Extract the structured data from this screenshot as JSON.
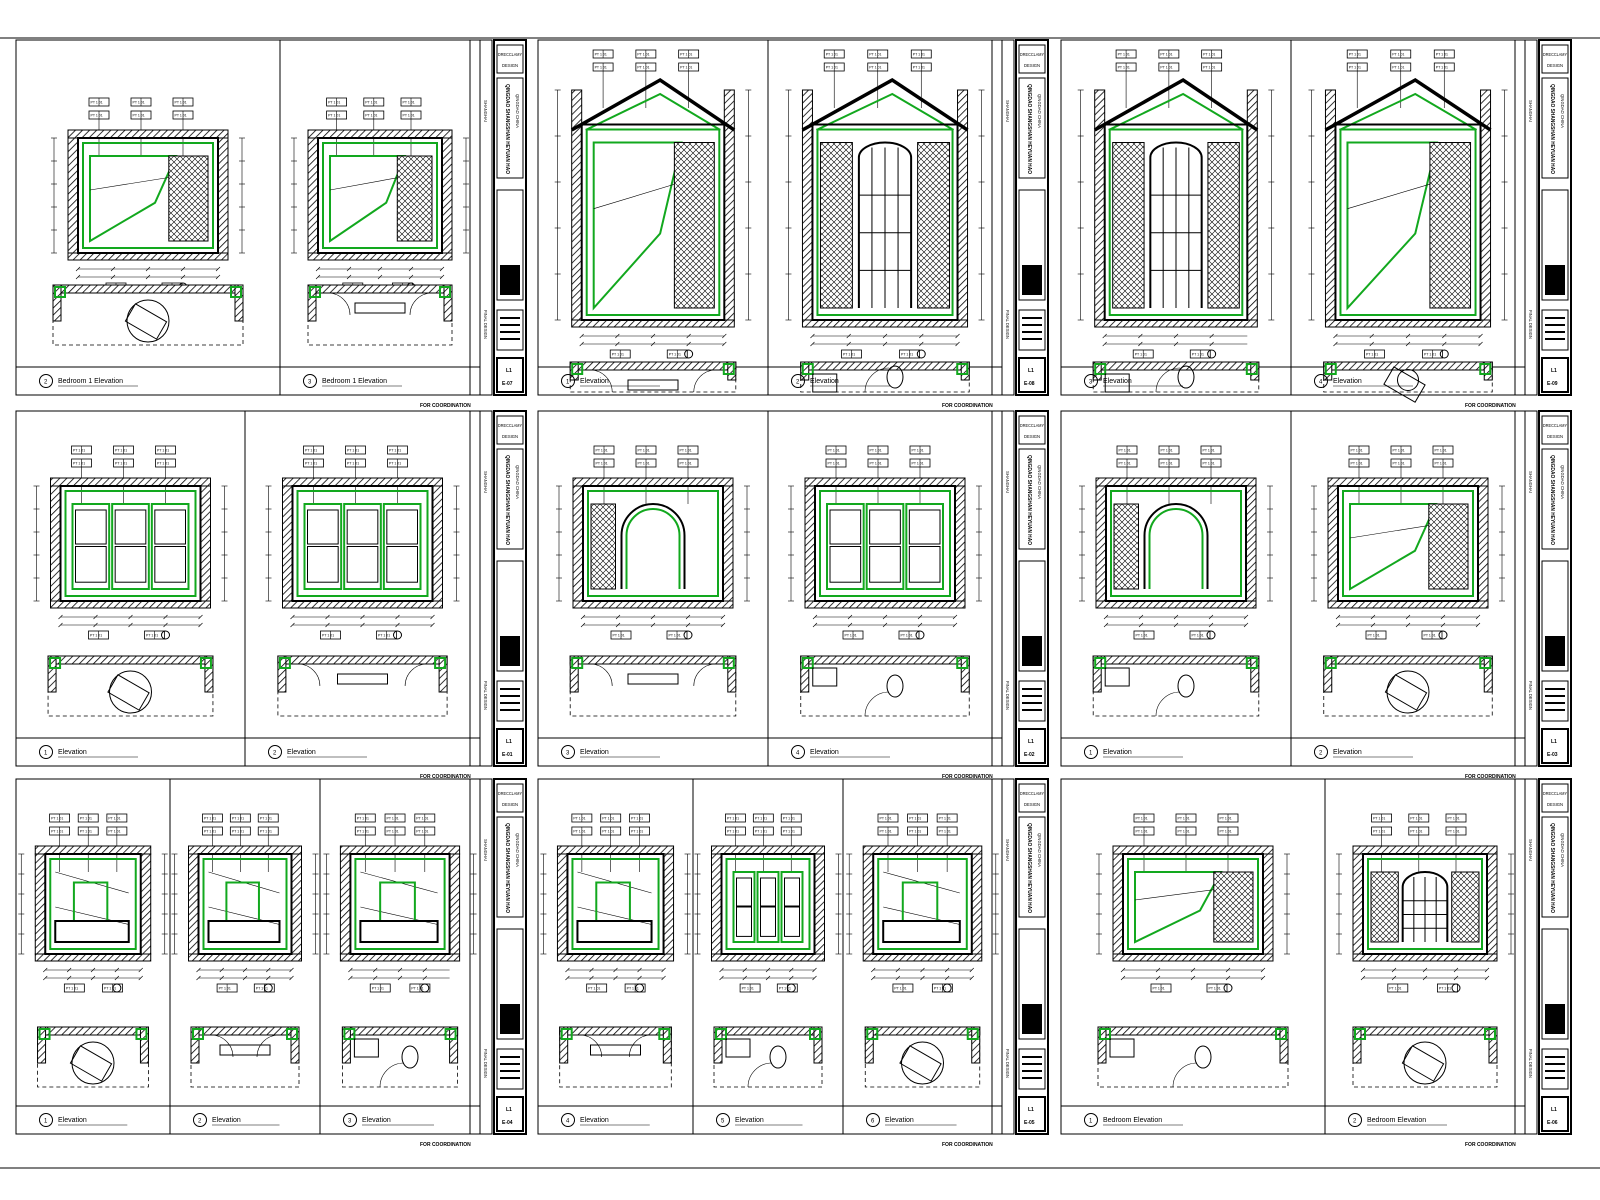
{
  "sheets": [
    {
      "sheet_no": "E-07",
      "company": "DRECCLAMY",
      "design": "DESIGN",
      "project": "QINGDAO SHANGSHAN HEYUAN HAO",
      "project_sub": "QINGDAO CHINA",
      "location": "SHANGHAI",
      "date": "FINAL DESIGN",
      "footer": "FOR COORDINATION",
      "level": "L1",
      "views": [
        {
          "num": "2",
          "label": "Bedroom 1 Elevation"
        },
        {
          "num": "3",
          "label": "Bedroom 1 Elevation"
        }
      ]
    },
    {
      "sheet_no": "E-08",
      "company": "DRECCLAMY",
      "design": "DESIGN",
      "project": "QINGDAO SHANGSHAN HEYUAN HAO",
      "project_sub": "QINGDAO CHINA",
      "location": "SHANGHAI",
      "date": "FINAL DESIGN",
      "footer": "FOR COORDINATION",
      "level": "L1",
      "views": [
        {
          "num": "1",
          "label": "Elevation"
        },
        {
          "num": "2",
          "label": "Elevation"
        }
      ]
    },
    {
      "sheet_no": "E-09",
      "company": "DRECCLAMY",
      "design": "DESIGN",
      "project": "QINGDAO SHANGSHAN HEYUAN HAO",
      "project_sub": "QINGDAO CHINA",
      "location": "SHANGHAI",
      "date": "FINAL DESIGN",
      "footer": "FOR COORDINATION",
      "level": "L1",
      "views": [
        {
          "num": "3",
          "label": "Elevation"
        },
        {
          "num": "4",
          "label": "Elevation"
        }
      ]
    },
    {
      "sheet_no": "E-01",
      "company": "DRECCLAMY",
      "design": "DESIGN",
      "project": "QINGDAO SHANGSHAN HEYUAN HAO",
      "project_sub": "QINGDAO CHINA",
      "location": "SHANGHAI",
      "date": "FINAL DESIGN",
      "footer": "FOR COORDINATION",
      "level": "L1",
      "views": [
        {
          "num": "1",
          "label": "Elevation"
        },
        {
          "num": "2",
          "label": "Elevation"
        }
      ]
    },
    {
      "sheet_no": "E-02",
      "company": "DRECCLAMY",
      "design": "DESIGN",
      "project": "QINGDAO SHANGSHAN HEYUAN HAO",
      "project_sub": "QINGDAO CHINA",
      "location": "SHANGHAI",
      "date": "FINAL DESIGN",
      "footer": "FOR COORDINATION",
      "level": "L1",
      "views": [
        {
          "num": "3",
          "label": "Elevation"
        },
        {
          "num": "4",
          "label": "Elevation"
        }
      ]
    },
    {
      "sheet_no": "E-03",
      "company": "DRECCLAMY",
      "design": "DESIGN",
      "project": "QINGDAO SHANGSHAN HEYUAN HAO",
      "project_sub": "QINGDAO CHINA",
      "location": "SHANGHAI",
      "date": "FINAL DESIGN",
      "footer": "FOR COORDINATION",
      "level": "L1",
      "views": [
        {
          "num": "1",
          "label": "Elevation"
        },
        {
          "num": "2",
          "label": "Elevation"
        }
      ]
    },
    {
      "sheet_no": "E-04",
      "company": "DRECCLAMY",
      "design": "DESIGN",
      "project": "QINGDAO SHANGSHAN HEYUAN HAO",
      "project_sub": "QINGDAO CHINA",
      "location": "SHANGHAI",
      "date": "FINAL DESIGN",
      "footer": "FOR COORDINATION",
      "level": "L1",
      "views": [
        {
          "num": "1",
          "label": "Elevation"
        },
        {
          "num": "2",
          "label": "Elevation"
        },
        {
          "num": "3",
          "label": "Elevation"
        }
      ]
    },
    {
      "sheet_no": "E-05",
      "company": "DRECCLAMY",
      "design": "DESIGN",
      "project": "QINGDAO SHANGSHAN HEYUAN HAO",
      "project_sub": "QINGDAO CHINA",
      "location": "SHANGHAI",
      "date": "FINAL DESIGN",
      "footer": "FOR COORDINATION",
      "level": "L1",
      "views": [
        {
          "num": "4",
          "label": "Elevation"
        },
        {
          "num": "5",
          "label": "Elevation"
        },
        {
          "num": "6",
          "label": "Elevation"
        }
      ]
    },
    {
      "sheet_no": "E-06",
      "company": "DRECCLAMY",
      "design": "DESIGN",
      "project": "QINGDAO SHANGSHAN HEYUAN HAO",
      "project_sub": "QINGDAO CHINA",
      "location": "SHANGHAI",
      "date": "FINAL DESIGN",
      "footer": "FOR COORDINATION",
      "level": "L1",
      "views": [
        {
          "num": "1",
          "label": "Bedroom Elevation"
        },
        {
          "num": "2",
          "label": "Bedroom Elevation"
        }
      ]
    }
  ],
  "tag_text": "PT 1 01",
  "colors": {
    "ink": "#000000",
    "accent_green": "#12a81e",
    "paper": "#ffffff"
  }
}
